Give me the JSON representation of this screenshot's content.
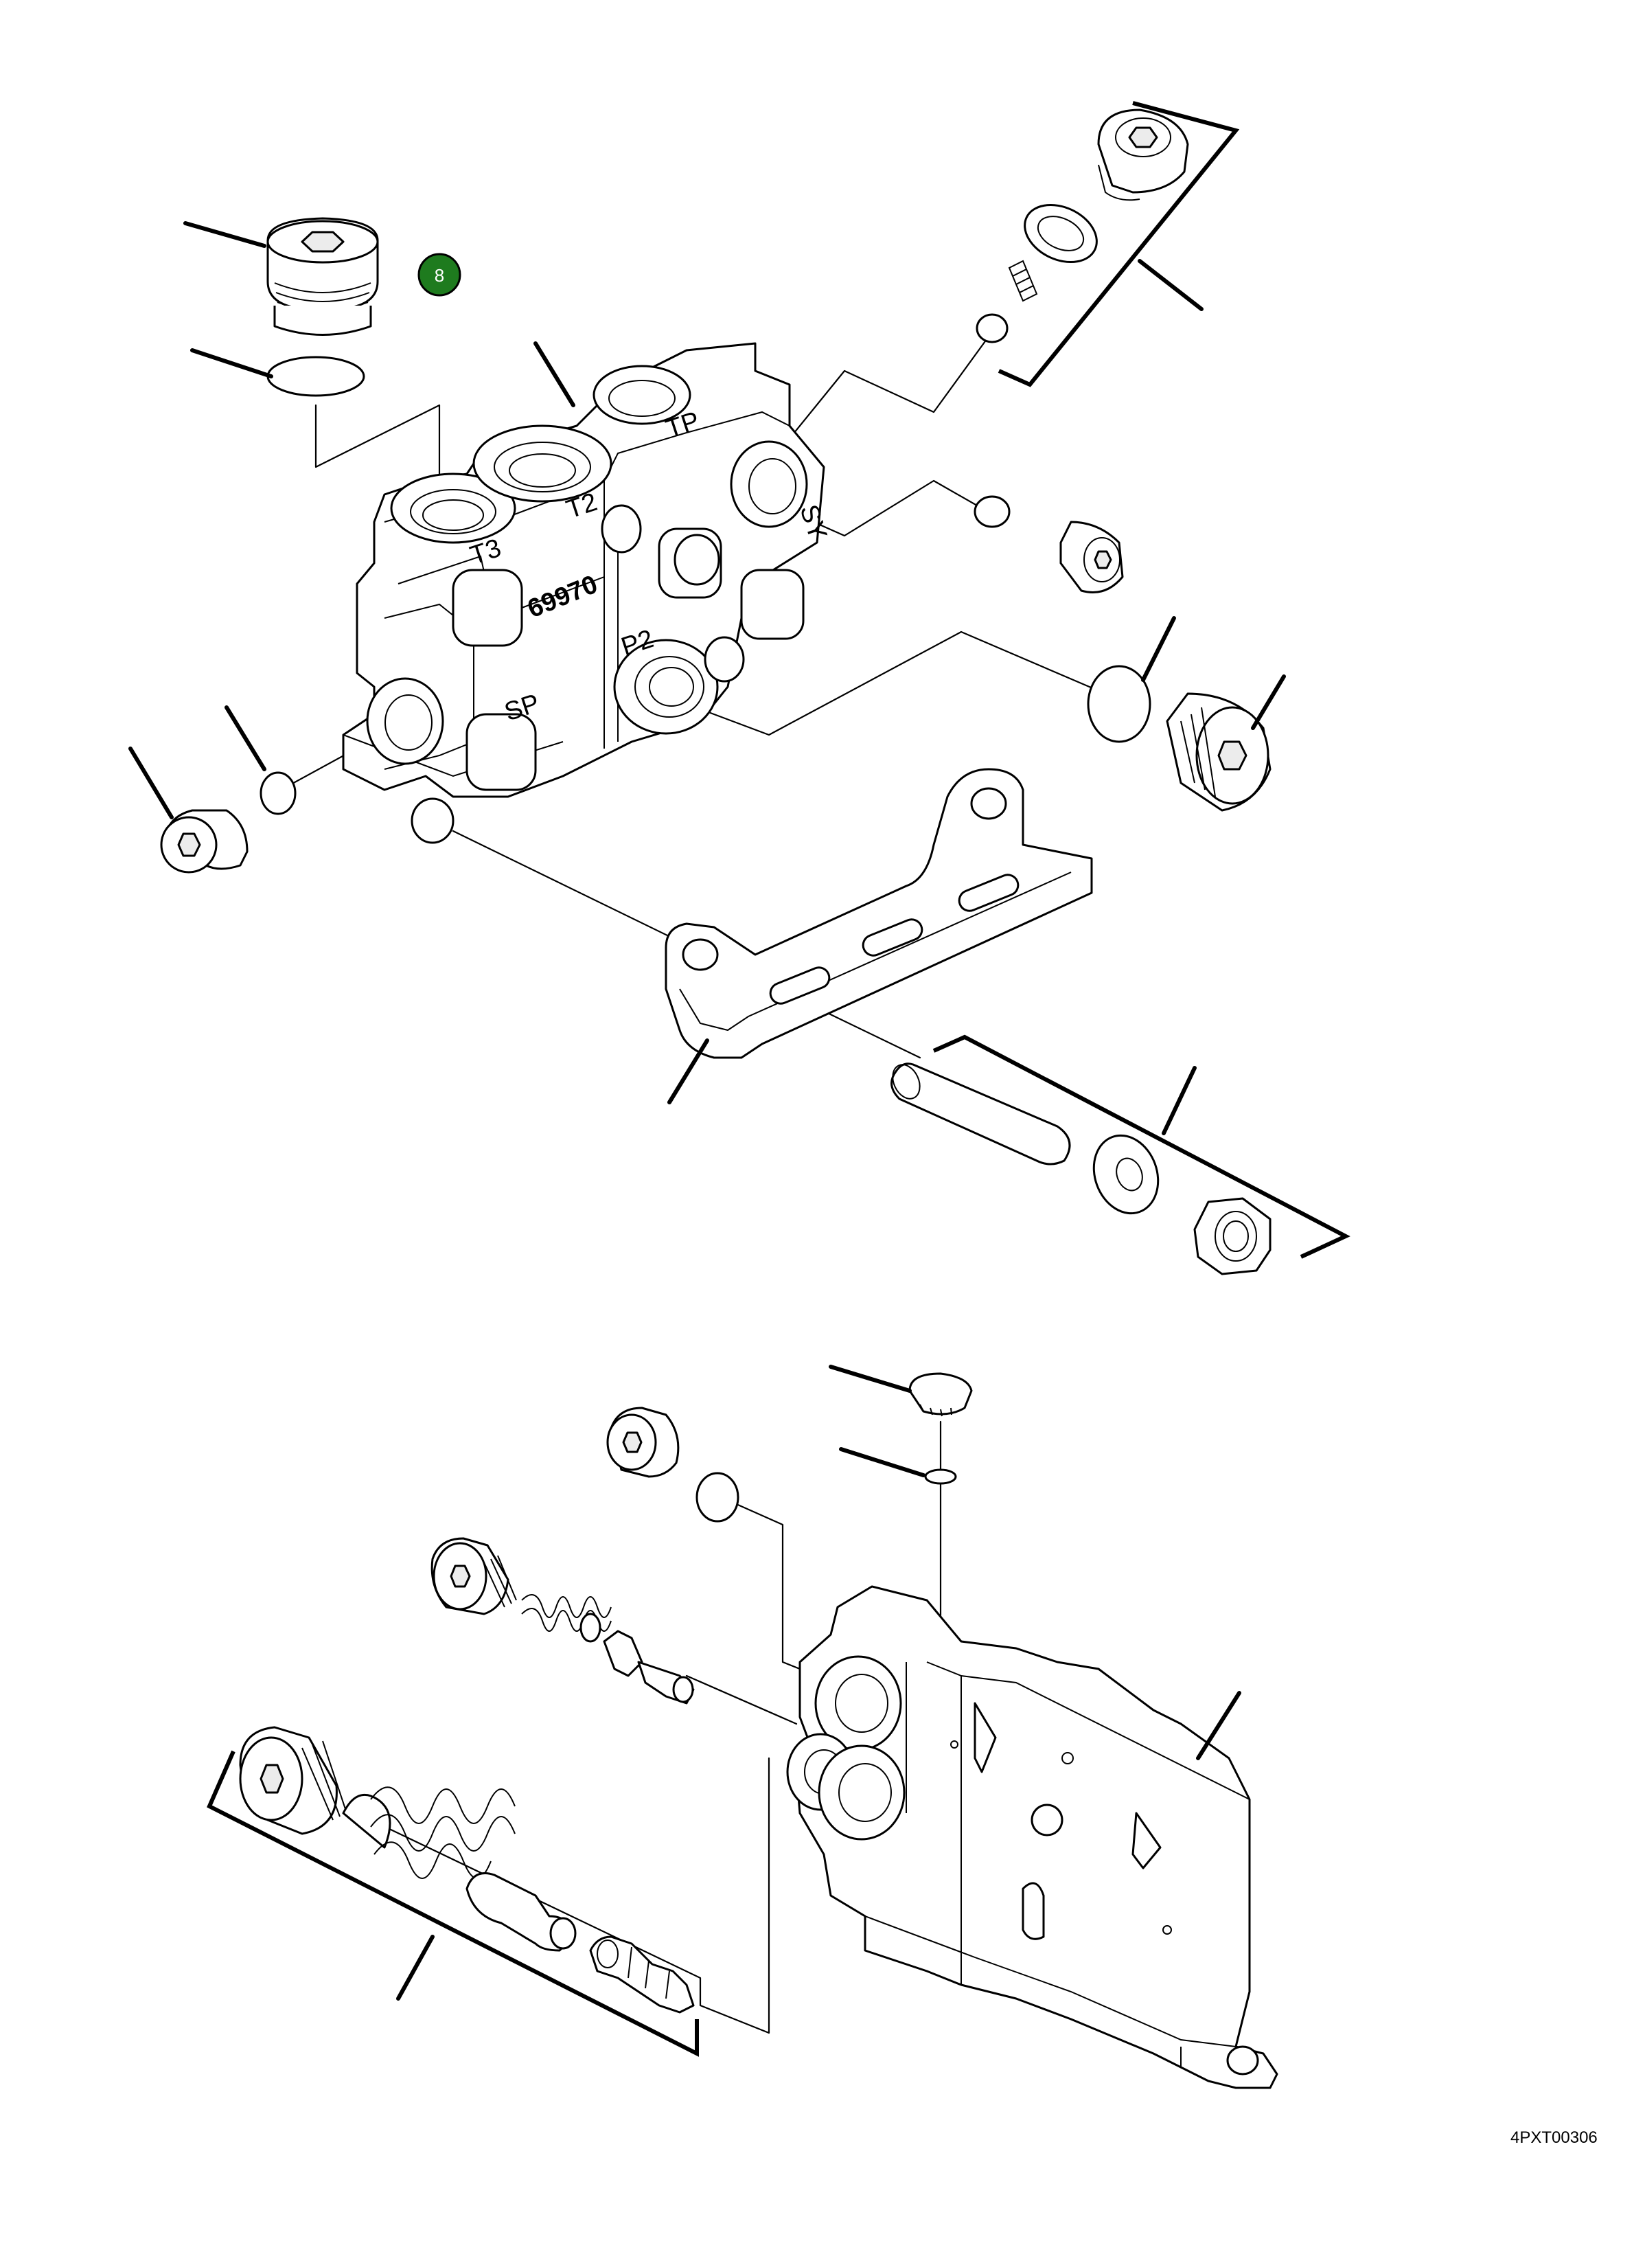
{
  "callout": {
    "label": "8",
    "color": "#1e7b1e"
  },
  "port_labels": {
    "t3": "T3",
    "t2": "T2",
    "tp": "TP",
    "sy": "SY",
    "sp": "SP",
    "p2": "P2"
  },
  "casting_number": "69970",
  "reference_code": "4PXT00306"
}
